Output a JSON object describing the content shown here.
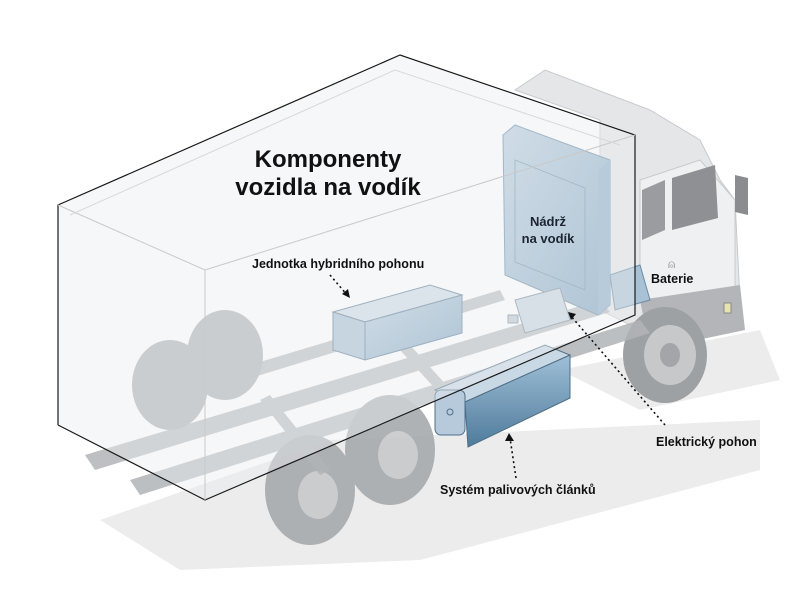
{
  "diagram": {
    "title_line1": "Komponenty",
    "title_line2": "vozidla na vodík",
    "labels": {
      "hybrid_unit": "Jednotka hybridního pohonu",
      "hydrogen_tank_line1": "Nádrž",
      "hydrogen_tank_line2": "na vodík",
      "battery": "Baterie",
      "electric_drive": "Elektrický pohon",
      "fuel_cell_system": "Systém palivových článků"
    },
    "colors": {
      "component_blue": "#7fa3bf",
      "component_blue_dark": "#4f7b9c",
      "truck_gray": "#b9bcbf",
      "cab_white": "#eceeef",
      "outline": "#1a1a1a"
    }
  }
}
